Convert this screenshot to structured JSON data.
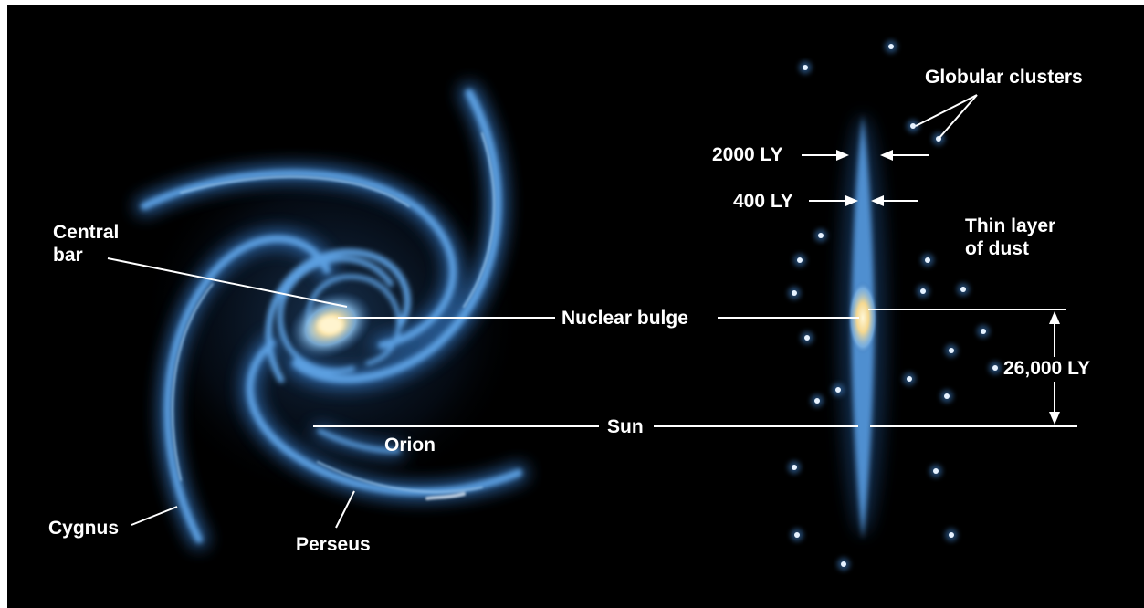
{
  "labels": {
    "central_bar": [
      "Central",
      "bar"
    ],
    "nuclear_bulge": "Nuclear bulge",
    "sun": "Sun",
    "orion": "Orion",
    "cygnus": "Cygnus",
    "perseus": "Perseus",
    "globular_clusters": "Globular clusters",
    "width_2000": "2000 LY",
    "width_400": "400 LY",
    "thin_layer": [
      "Thin layer",
      "of dust"
    ],
    "distance": "26,000 LY"
  },
  "colors": {
    "background": "#000000",
    "arm": "#5a9fe0",
    "arm_glow": "#2b5d9a",
    "core": "#ffe8a8",
    "label": "#ffffff"
  }
}
